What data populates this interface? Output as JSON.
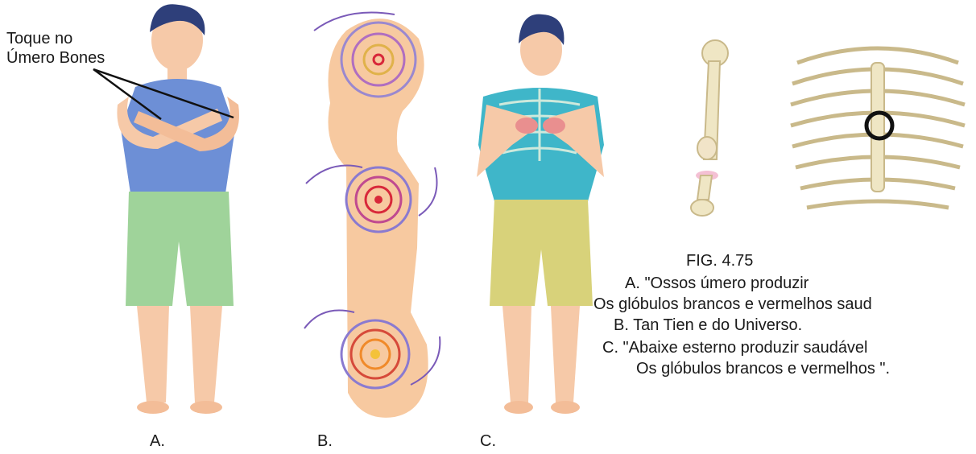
{
  "callout": {
    "line1": "Toque no",
    "line2": "Úmero Bones"
  },
  "panel_labels": {
    "a": "A.",
    "b": "B.",
    "c": "C."
  },
  "caption": {
    "title": "FIG. 4.75",
    "line_a1": "A. \"Ossos úmero produzir",
    "line_a2": "Os glóbulos brancos e vermelhos saud",
    "line_b": "B. Tan Tien e do Universo.",
    "line_c1": "C. \"Abaixe esterno produzir saudável",
    "line_c2": "Os glóbulos brancos e vermelhos \"."
  },
  "colors": {
    "skin": "#f6c9a8",
    "hair": "#2e3f7a",
    "shirt_a": "#6d8fd6",
    "shorts_a": "#9fd39a",
    "shirt_c": "#3fb6c9",
    "shorts_c": "#d8d27a",
    "bone": "#efe6c4",
    "spiral_red": "#d8283a",
    "spiral_violet": "#7a5ab8",
    "body_silhouette": "#f7c9a0"
  }
}
